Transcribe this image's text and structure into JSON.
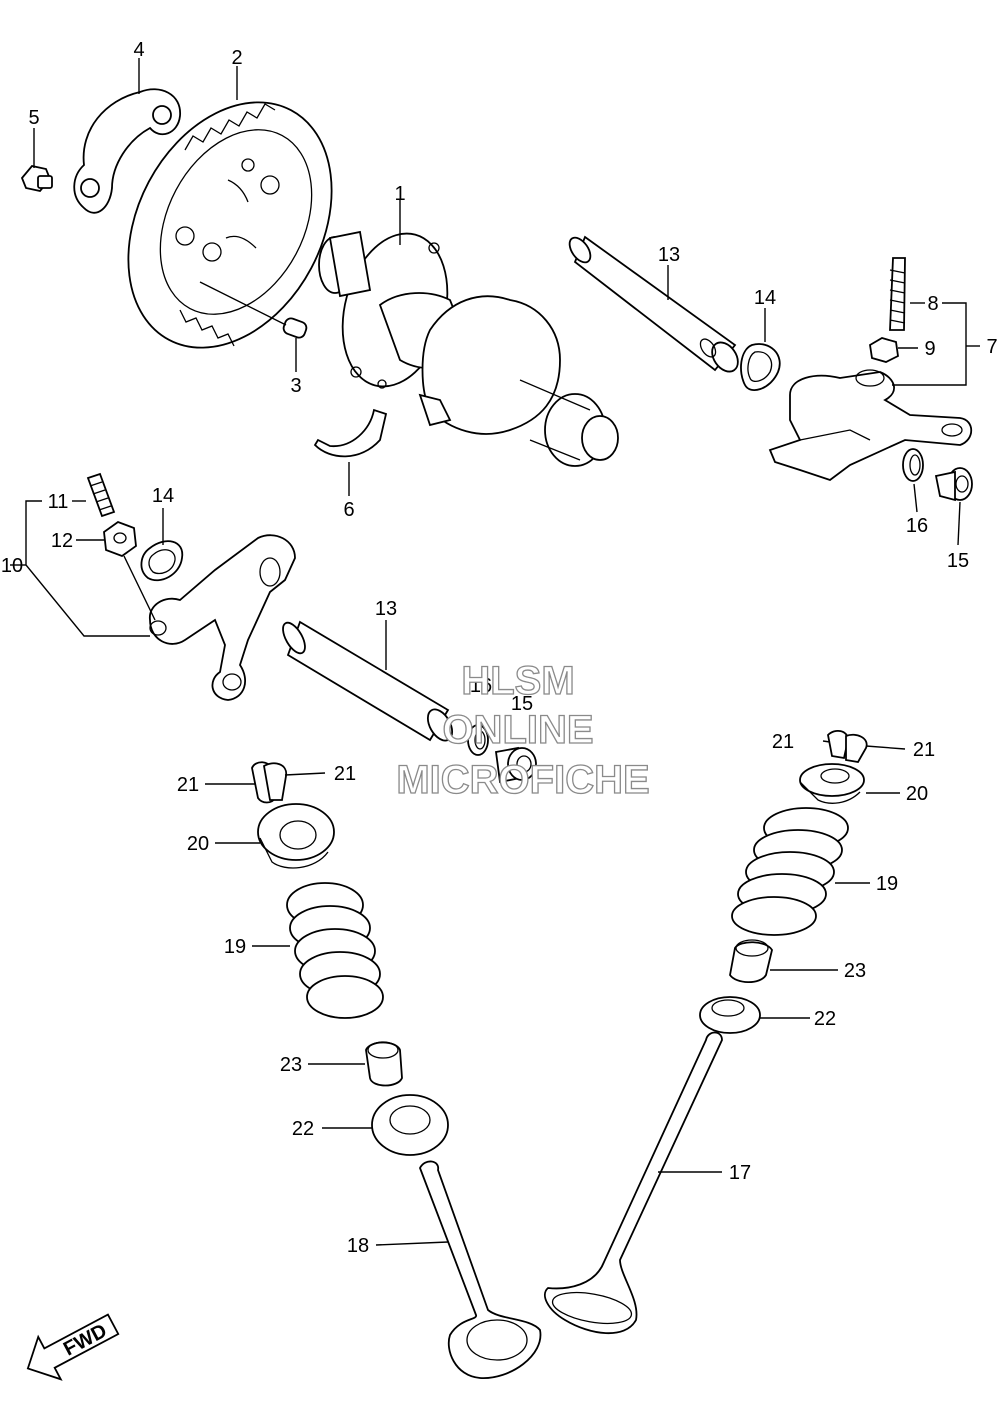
{
  "callouts": {
    "c1": "1",
    "c2": "2",
    "c3": "3",
    "c4": "4",
    "c5": "5",
    "c6": "6",
    "c7": "7",
    "c8": "8",
    "c9": "9",
    "c10": "10",
    "c11": "11",
    "c12": "12",
    "c13a": "13",
    "c13b": "13",
    "c14a": "14",
    "c14b": "14",
    "c15a": "15",
    "c15b": "15",
    "c16a": "16",
    "c16b": "16",
    "c17": "17",
    "c18": "18",
    "c19a": "19",
    "c19b": "19",
    "c20a": "20",
    "c20b": "20",
    "c21a": "21",
    "c21b": "21",
    "c21c": "21",
    "c21d": "21",
    "c22a": "22",
    "c22b": "22",
    "c23a": "23",
    "c23b": "23"
  },
  "watermark": {
    "line1": "HLSM",
    "line2": "ONLINE",
    "line3": "MICROFICHE"
  },
  "fwd_label": "FWD"
}
